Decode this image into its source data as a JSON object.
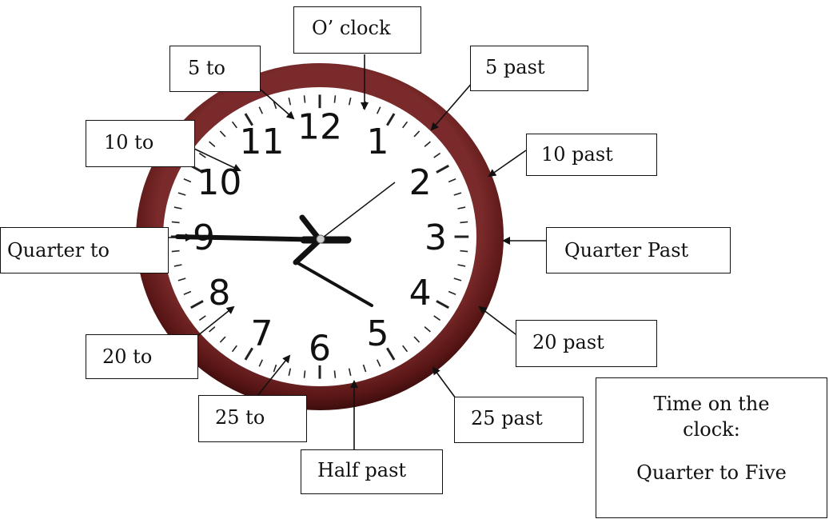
{
  "clock": {
    "numerals": [
      "12",
      "1",
      "2",
      "3",
      "4",
      "5",
      "6",
      "7",
      "8",
      "9",
      "10",
      "11"
    ],
    "frame_color": "#6b1f1f",
    "face_color": "#ffffff",
    "hand_color": "#111111",
    "time_shown": "4:45"
  },
  "labels": {
    "oclock": "O’ clock",
    "five_past": "5 past",
    "ten_past": "10 past",
    "quarter_past": "Quarter Past",
    "twenty_past": "20 past",
    "twentyfive_past": "25 past",
    "half_past": "Half past",
    "twentyfive_to": "25 to",
    "twenty_to": "20 to",
    "quarter_to": "Quarter to",
    "ten_to": "10 to",
    "five_to": "5 to"
  },
  "summary": {
    "line1": "Time on the",
    "line2": "clock:",
    "line3": "Quarter to Five"
  }
}
